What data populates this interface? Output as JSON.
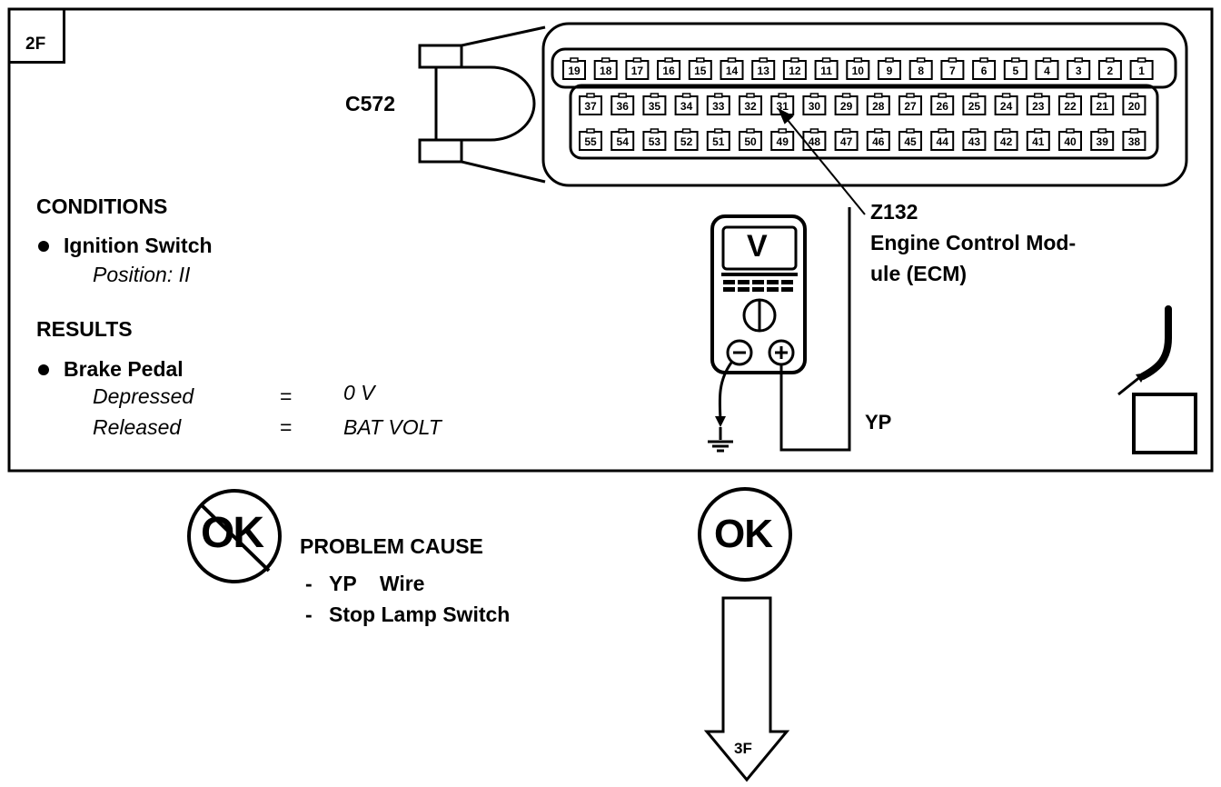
{
  "step_label": "2F",
  "connector_label": "C572",
  "pins": {
    "row1": [
      "19",
      "18",
      "17",
      "16",
      "15",
      "14",
      "13",
      "12",
      "11",
      "10",
      "9",
      "8",
      "7",
      "6",
      "5",
      "4",
      "3",
      "2",
      "1"
    ],
    "row2": [
      "37",
      "36",
      "35",
      "34",
      "33",
      "32",
      "31",
      "30",
      "29",
      "28",
      "27",
      "26",
      "25",
      "24",
      "23",
      "22",
      "21",
      "20"
    ],
    "row3": [
      "55",
      "54",
      "53",
      "52",
      "51",
      "50",
      "49",
      "48",
      "47",
      "46",
      "45",
      "44",
      "43",
      "42",
      "41",
      "40",
      "39",
      "38"
    ]
  },
  "module": {
    "id": "Z132",
    "name_line1": "Engine Control Mod-",
    "name_line2": "ule (ECM)"
  },
  "meter": {
    "display": "V",
    "minus": "−",
    "plus": "+"
  },
  "wire_label": "YP",
  "conditions": {
    "heading": "CONDITIONS",
    "item": "Ignition Switch",
    "detail": "Position: II"
  },
  "results": {
    "heading": "RESULTS",
    "item": "Brake Pedal",
    "rows": [
      {
        "state": "Depressed",
        "eq": "=",
        "value": "0 V"
      },
      {
        "state": "Released",
        "eq": "=",
        "value": "BAT VOLT"
      }
    ]
  },
  "not_ok": {
    "label": "OK",
    "heading": "PROBLEM CAUSE",
    "causes": [
      {
        "dash": "-",
        "text": "YP    Wire"
      },
      {
        "dash": "-",
        "text": "Stop Lamp Switch"
      }
    ]
  },
  "ok": {
    "label": "OK",
    "next_step": "3F"
  }
}
